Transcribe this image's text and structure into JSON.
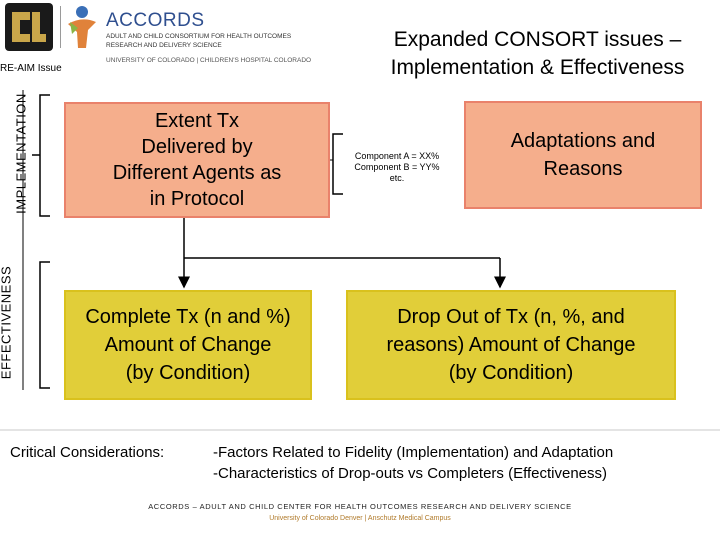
{
  "header": {
    "logo_icon": "cu-logo",
    "figure_icon": "accords-figure",
    "org_name": "ACCORDS",
    "org_sub_line1": "ADULT AND CHILD CONSORTIUM FOR HEALTH OUTCOMES",
    "org_sub_line2": "RESEARCH AND DELIVERY SCIENCE",
    "univ_line": "UNIVERSITY OF COLORADO | CHILDREN'S HOSPITAL COLORADO"
  },
  "slide": {
    "title_line1": "Expanded CONSORT issues –",
    "title_line2": "Implementation & Effectiveness",
    "reaim_label": "RE-AIM Issue",
    "implementation_label": "IMPLEMENTATION",
    "effectiveness_label": "EFFECTIVENESS"
  },
  "boxes": {
    "extent": [
      "Extent Tx",
      "Delivered by",
      "Different Agents as",
      "in Protocol"
    ],
    "components": [
      "Component A = XX%",
      "Component B = YY%",
      "etc."
    ],
    "adaptations": [
      "Adaptations and",
      "Reasons"
    ],
    "complete": [
      "Complete Tx (n and %)",
      "Amount of Change",
      "(by Condition)"
    ],
    "dropout": [
      "Drop Out of Tx (n, %, and",
      "reasons) Amount of Change",
      "(by Condition)"
    ]
  },
  "critical": {
    "label": "Critical Considerations:",
    "item1": "-Factors Related to Fidelity (Implementation) and Adaptation",
    "item2": "-Characteristics of Drop-outs vs Completers (Effectiveness)"
  },
  "footer": {
    "line1": "ACCORDS – ADULT AND CHILD CENTER FOR HEALTH OUTCOMES RESEARCH AND DELIVERY SCIENCE",
    "line2": "University of Colorado Denver | Anschutz Medical Campus"
  },
  "colors": {
    "implementation_box": "#f5ae8c",
    "effectiveness_box": "#e1ce39",
    "org_blue": "#2f4f8f"
  }
}
